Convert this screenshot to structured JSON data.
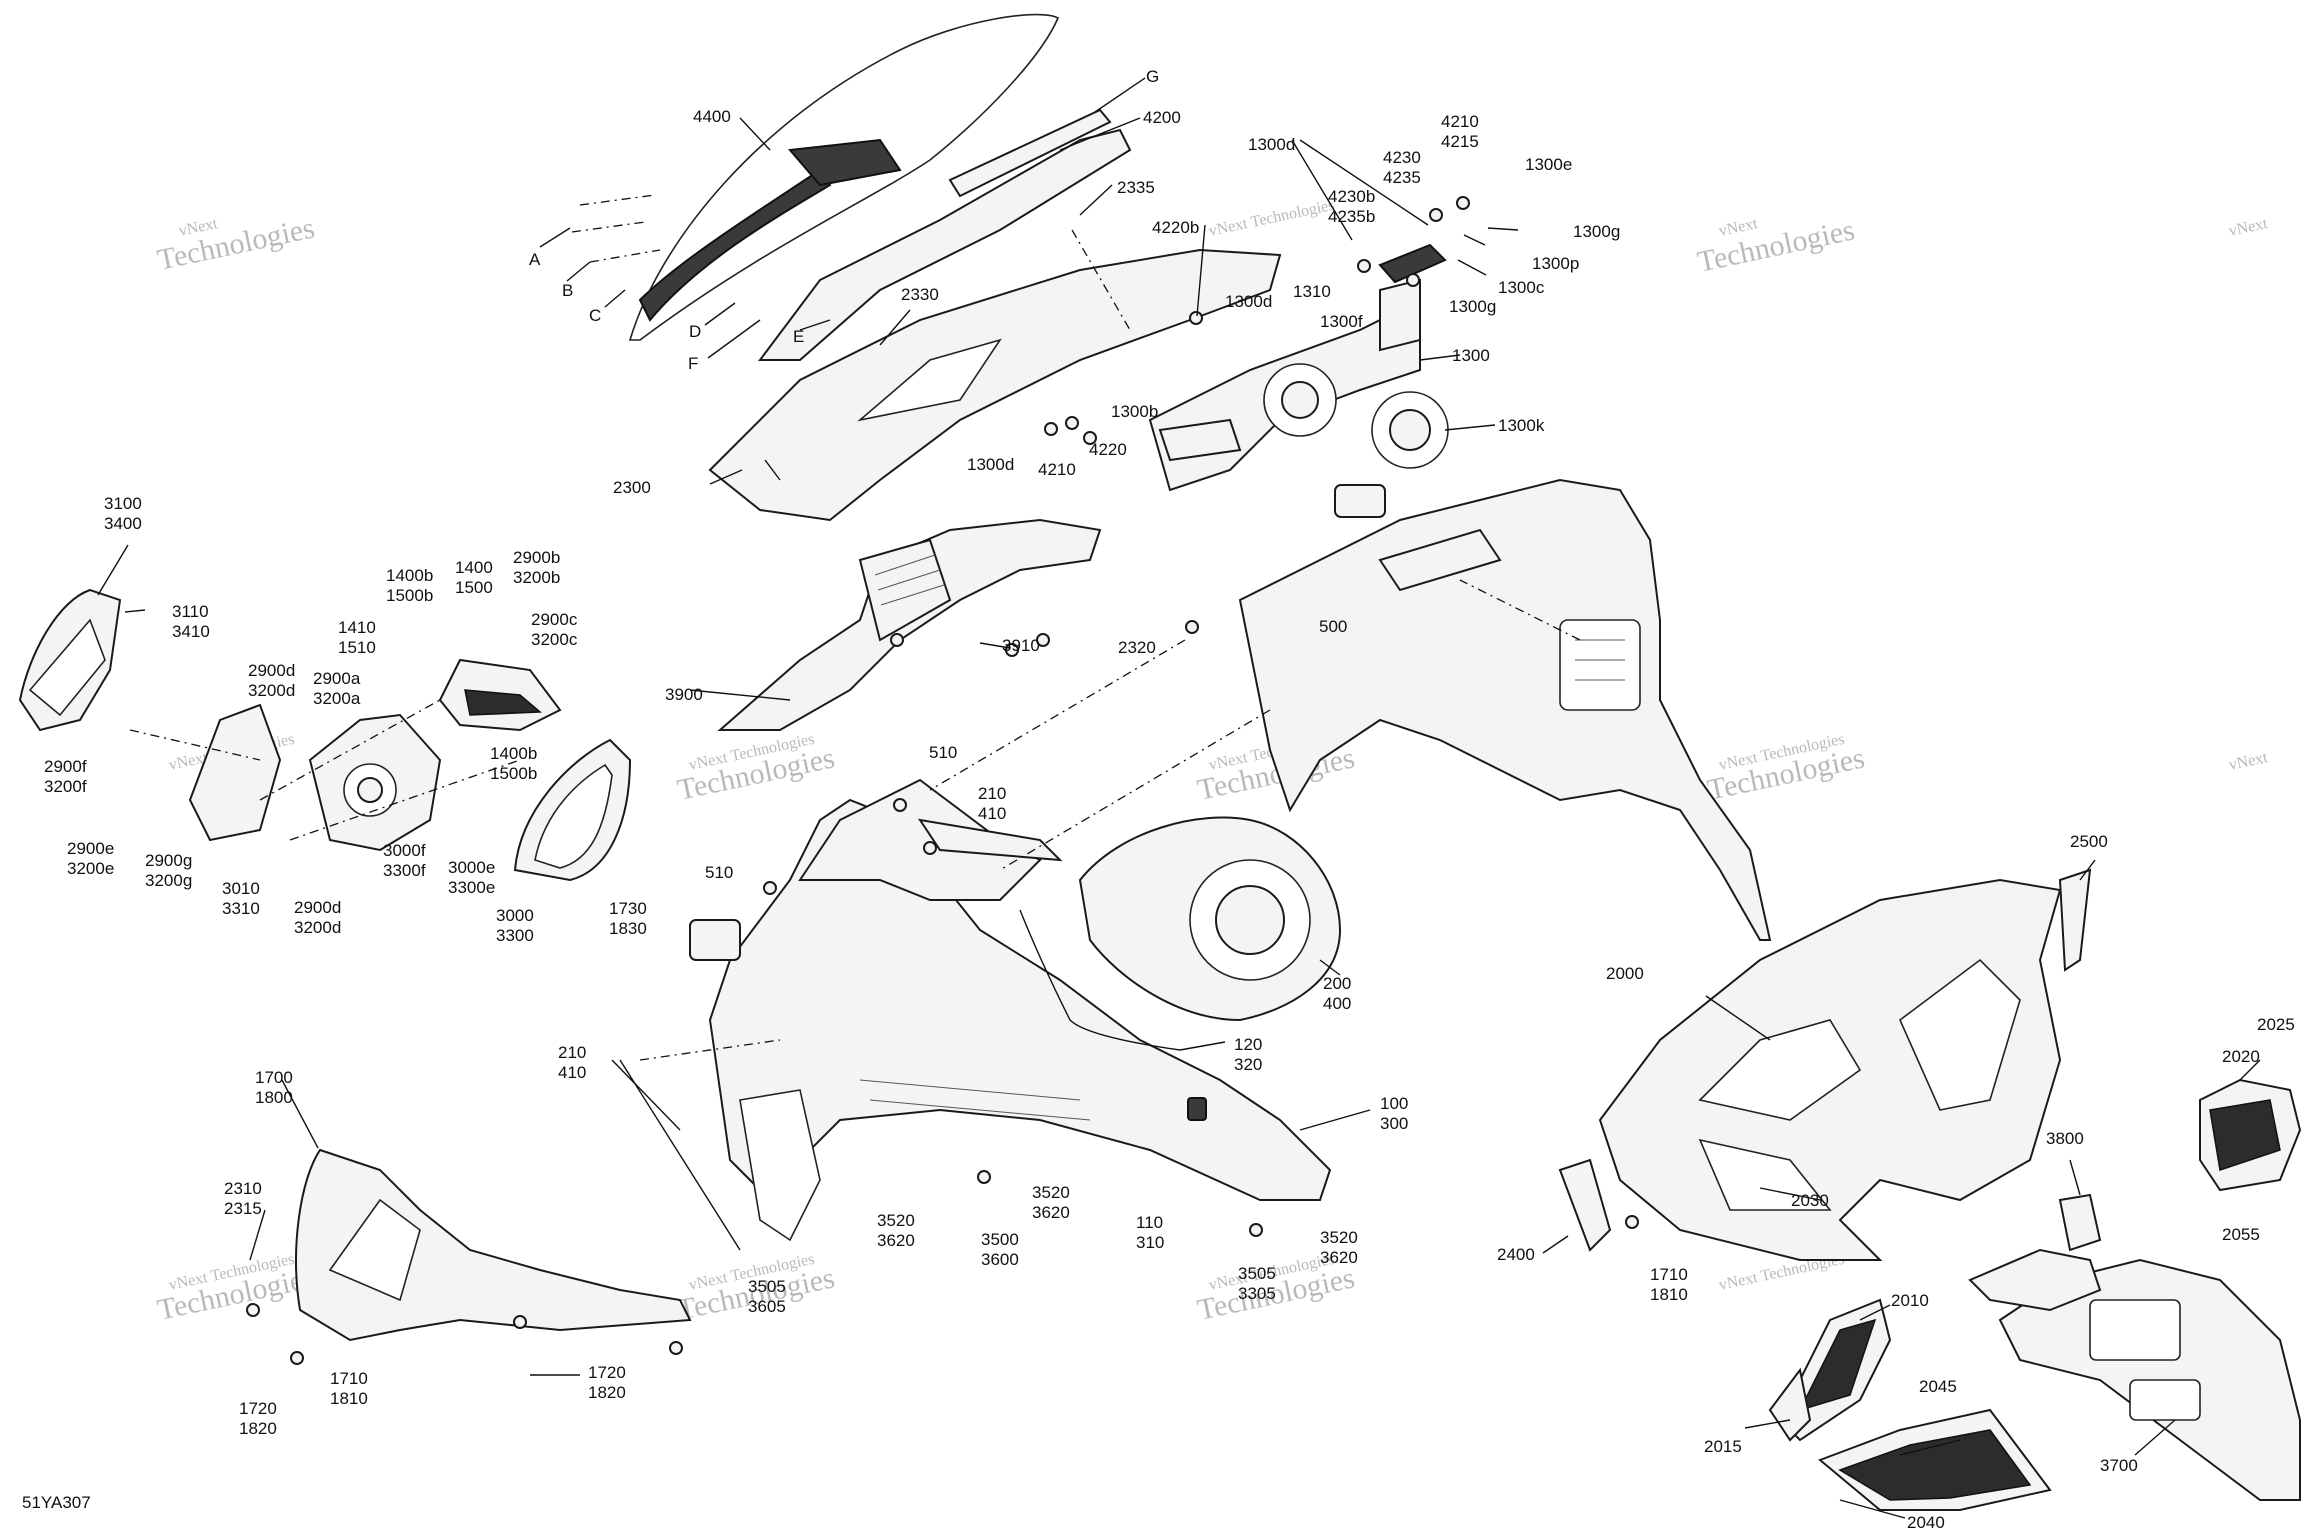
{
  "diagram_id": "51YA307",
  "watermark": {
    "line1": "vNext",
    "line2": "Technologies",
    "line3": "vNext Technologies"
  },
  "callouts": {
    "c4400": "4400",
    "cG": "G",
    "c4200": "4200",
    "c2335": "2335",
    "cA": "A",
    "cB": "B",
    "cC": "C",
    "cD": "D",
    "cE": "E",
    "cF": "F",
    "c2330": "2330",
    "c2300": "2300",
    "c1300d_top": "1300d",
    "c4220b": "4220b",
    "c1300d_mid": "1300d",
    "c1310": "1310",
    "c4210_top": "4210",
    "c4215": "4215",
    "c4230": "4230",
    "c4235": "4235",
    "c4230b": "4230b",
    "c4235b": "4235b",
    "c1300e": "1300e",
    "c1300g_top": "1300g",
    "c1300p": "1300p",
    "c1300c": "1300c",
    "c1300f": "1300f",
    "c1300g_bot": "1300g",
    "c1300": "1300",
    "c1300k": "1300k",
    "c1300b": "1300b",
    "c4220": "4220",
    "c1300d_low": "1300d",
    "c4210_low": "4210",
    "c3100": "3100",
    "c3400": "3400",
    "c3110": "3110",
    "c3410": "3410",
    "c1400b": "1400b",
    "c1500b": "1500b",
    "c1400": "1400",
    "c1500": "1500",
    "c2900b": "2900b",
    "c3200b": "3200b",
    "c2900c": "2900c",
    "c3200c": "3200c",
    "c1410": "1410",
    "c1510": "1510",
    "c2900d_top": "2900d",
    "c3200d_top": "3200d",
    "c2900a": "2900a",
    "c3200a": "3200a",
    "c1400b_low": "1400b",
    "c1500b_low": "1500b",
    "c2900f": "2900f",
    "c3200f": "3200f",
    "c2900e": "2900e",
    "c3200e": "3200e",
    "c2900g": "2900g",
    "c3200g": "3200g",
    "c3010": "3010",
    "c3310": "3310",
    "c2900d_low": "2900d",
    "c3200d_low": "3200d",
    "c3000f": "3000f",
    "c3300f": "3300f",
    "c3000e": "3000e",
    "c3300e": "3300e",
    "c3000": "3000",
    "c3300": "3300",
    "c3900": "3900",
    "c3910": "3910",
    "c2320": "2320",
    "c500": "500",
    "c510_top": "510",
    "c210_top": "210",
    "c410_top": "410",
    "c510_low": "510",
    "c1730": "1730",
    "c1830": "1830",
    "c200": "200",
    "c400": "400",
    "c120": "120",
    "c320": "320",
    "c210_low": "210",
    "c410_low": "410",
    "c100": "100",
    "c300": "300",
    "c1700": "1700",
    "c1800": "1800",
    "c2310": "2310",
    "c2315": "2315",
    "c1710_left": "1710",
    "c1810_left": "1810",
    "c1720_a": "1720",
    "c1820_a": "1820",
    "c1720_b": "1720",
    "c1820_b": "1820",
    "c3505_left": "3505",
    "c3605": "3605",
    "c3520_a": "3520",
    "c3620_a": "3620",
    "c3500": "3500",
    "c3600": "3600",
    "c110": "110",
    "c310": "310",
    "c3520_b": "3520",
    "c3620_b": "3620",
    "c3505_right": "3505",
    "c3305": "3305",
    "c2500": "2500",
    "c2000": "2000",
    "c2025": "2025",
    "c2020": "2020",
    "c3800": "3800",
    "c2030": "2030",
    "c2055": "2055",
    "c2400": "2400",
    "c1710_right": "1710",
    "c1810_right": "1810",
    "c2010": "2010",
    "c2045": "2045",
    "c2015": "2015",
    "c3700": "3700",
    "c2040": "2040"
  }
}
